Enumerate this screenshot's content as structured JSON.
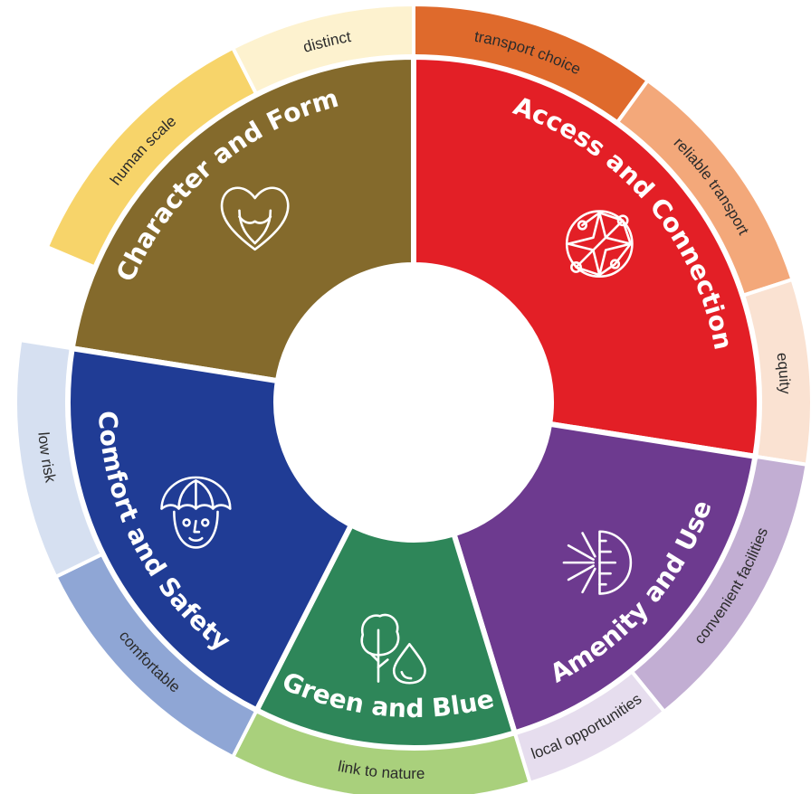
{
  "diagram": {
    "center_color": "#ffffff",
    "segments": [
      {
        "name": "character-and-form",
        "label": "Character and Form",
        "color": "#846a2c",
        "icon": "heart-face-icon",
        "sub_items": [
          {
            "label": "human scale",
            "color": "#f7d46a"
          },
          {
            "label": "distinct",
            "color": "#fdf2cf"
          }
        ]
      },
      {
        "name": "access-and-connection",
        "label": "Access and Connection",
        "color": "#e31f26",
        "icon": "compass-network-icon",
        "sub_items": [
          {
            "label": "transport choice",
            "color": "#df6a2c"
          },
          {
            "label": "reliable transport",
            "color": "#f3a87a"
          },
          {
            "label": "equity",
            "color": "#fae2d2"
          }
        ]
      },
      {
        "name": "amenity-and-use",
        "label": "Amenity and Use",
        "color": "#6d3a8f",
        "icon": "sun-dial-icon",
        "sub_items": [
          {
            "label": "convenient facilities",
            "color": "#c2aed3"
          },
          {
            "label": "local opportunities",
            "color": "#e6ddee"
          }
        ]
      },
      {
        "name": "green-and-blue",
        "label": "Green and Blue",
        "color": "#2e8659",
        "icon": "tree-water-drop-icon",
        "sub_items": [
          {
            "label": "link to nature",
            "color": "#a9d07c"
          }
        ]
      },
      {
        "name": "comfort-and-safety",
        "label": "Comfort and Safety",
        "color": "#203c95",
        "icon": "umbrella-face-icon",
        "sub_items": [
          {
            "label": "comfortable",
            "color": "#8fa6d5"
          },
          {
            "label": "low risk",
            "color": "#d6e0f1"
          }
        ]
      }
    ]
  }
}
